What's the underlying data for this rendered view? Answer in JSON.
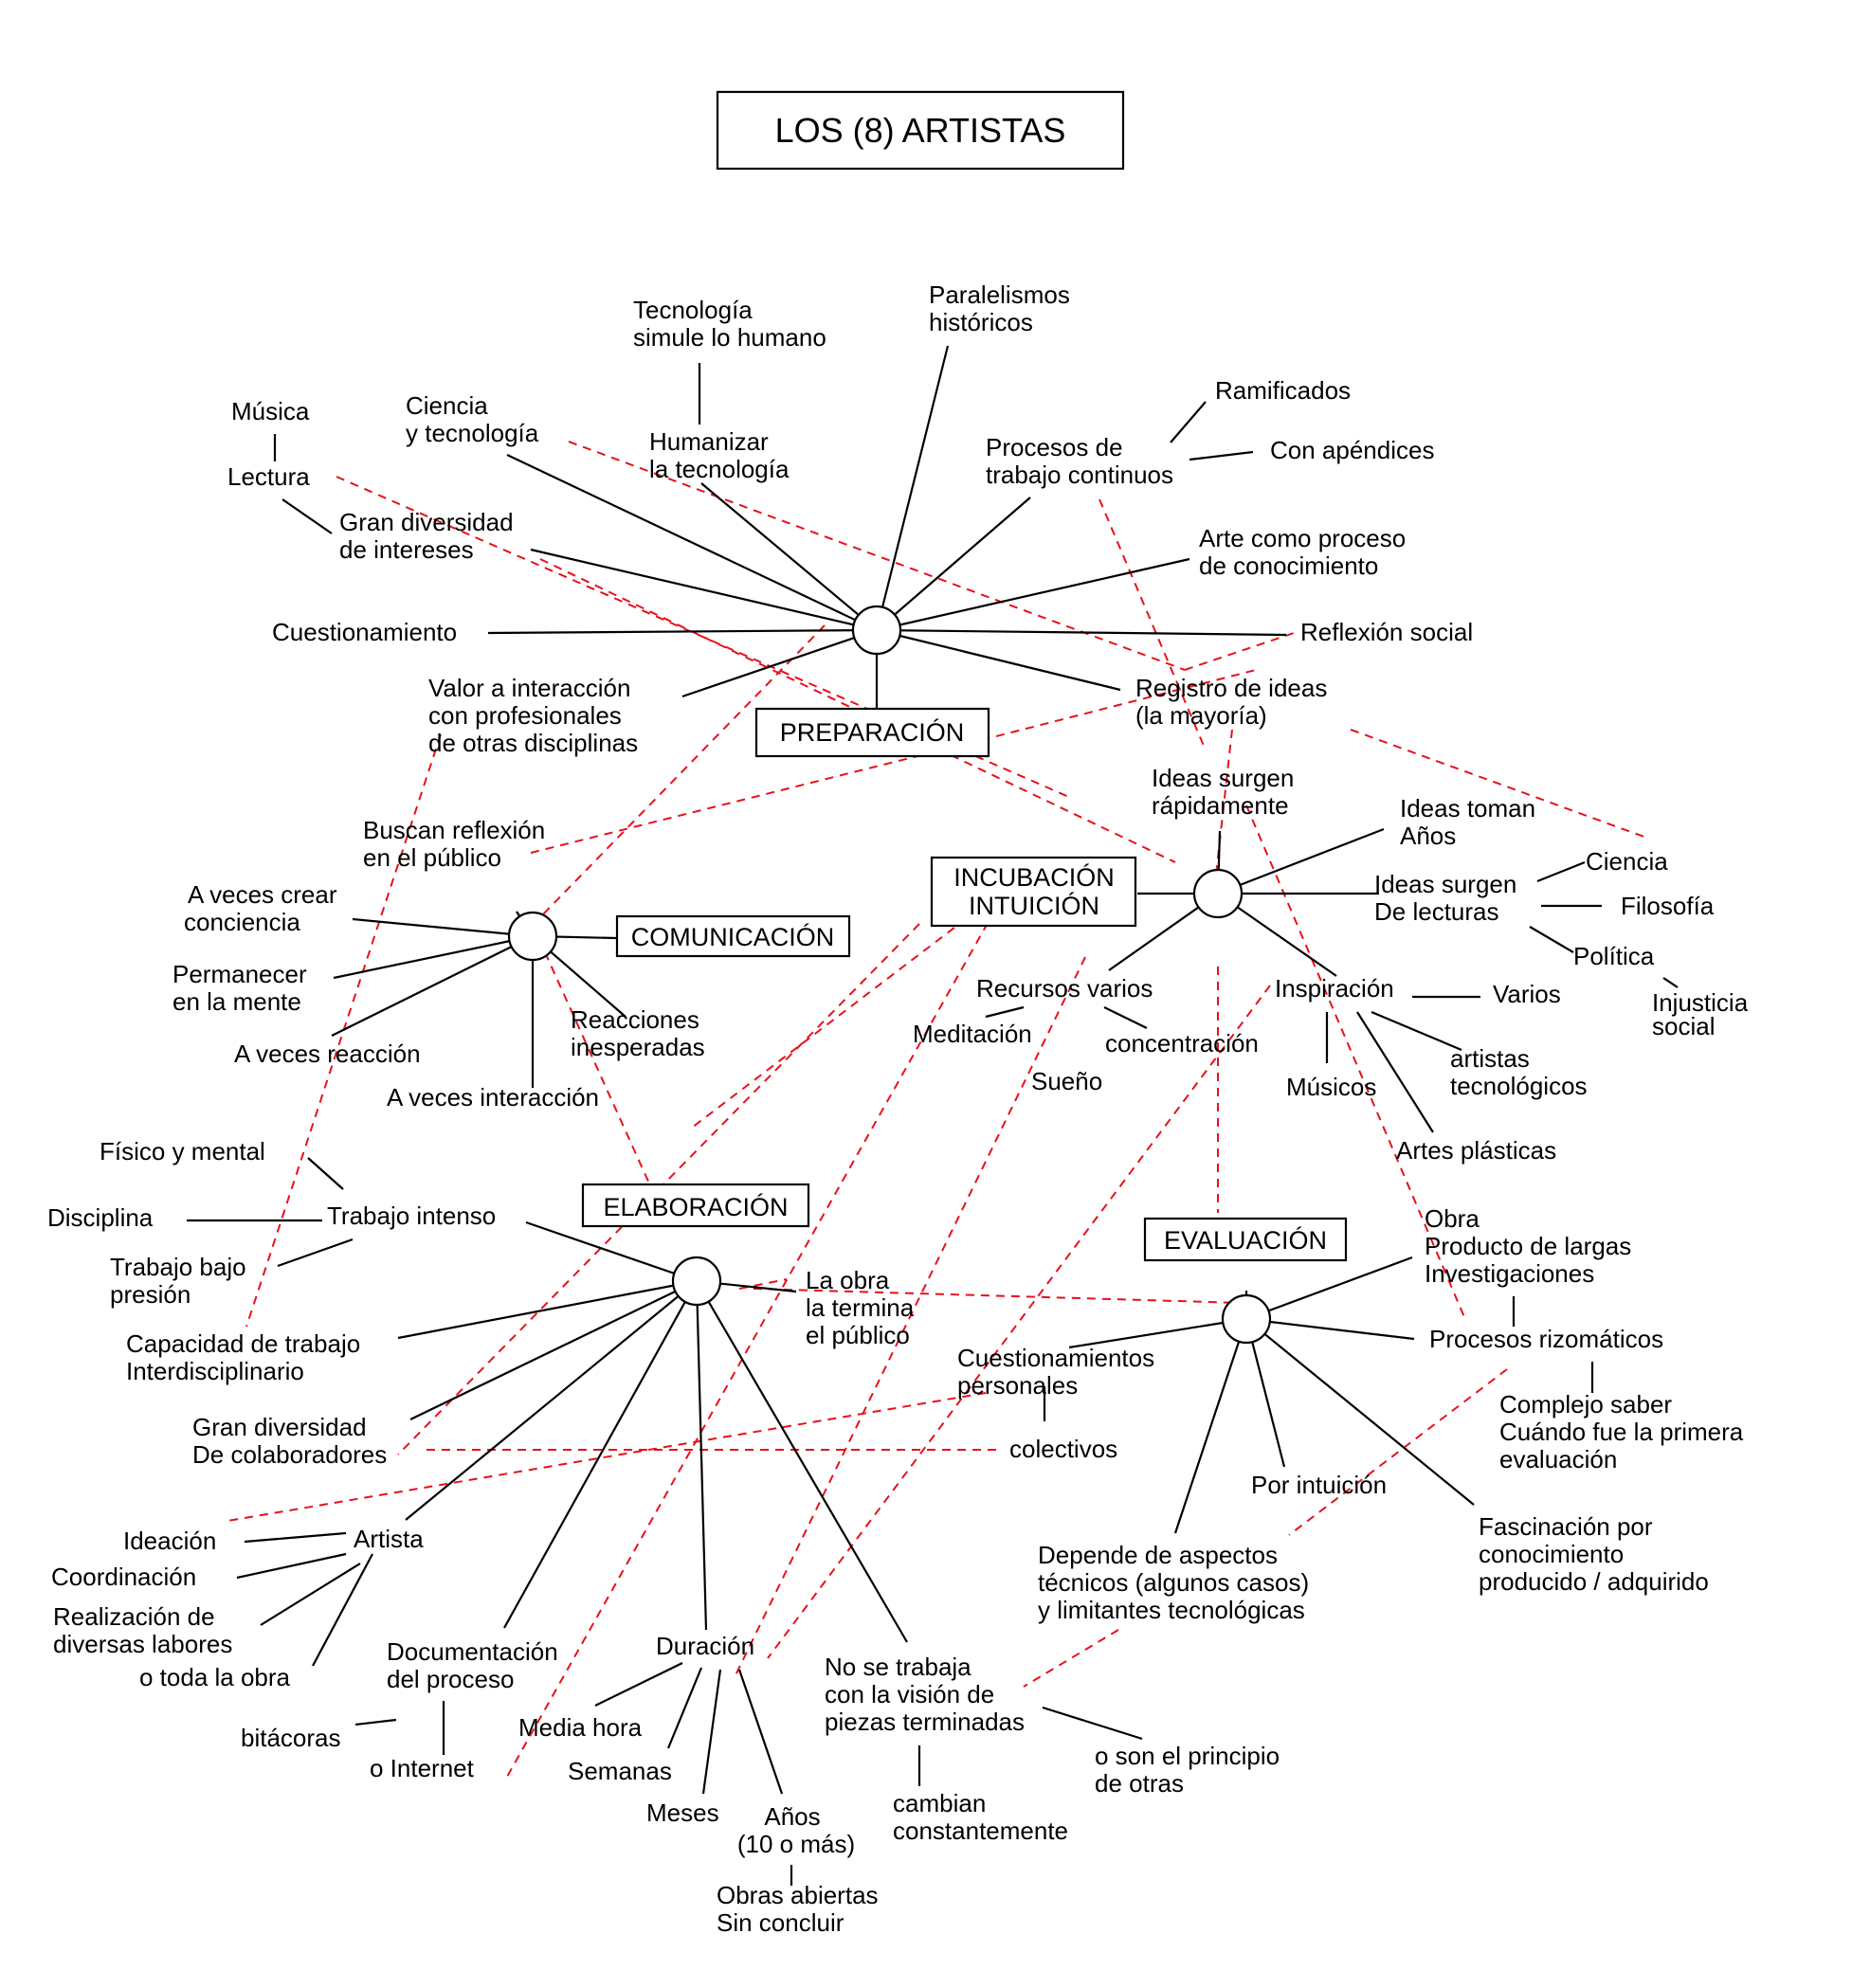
{
  "title": "LOS (8) ARTISTAS",
  "stages": {
    "preparacion": "PREPARACIÓN",
    "comunicacion": "COMUNICACIÓN",
    "incubacion": [
      "INCUBACIÓN",
      "INTUICIÓN"
    ],
    "elaboracion": "ELABORACIÓN",
    "evaluacion": "EVALUACIÓN"
  },
  "labels": {
    "tecnologia_simule": [
      "Tecnología",
      "simule lo humano"
    ],
    "paralelismos": [
      "Paralelismos",
      "históricos"
    ],
    "ramificados": "Ramificados",
    "con_apendices": "Con apéndices",
    "musica": "Música",
    "ciencia_tecnologia": [
      "Ciencia",
      "y tecnología"
    ],
    "humanizar": [
      "Humanizar",
      "la tecnología"
    ],
    "procesos_trabajo": [
      "Procesos de",
      "trabajo continuos"
    ],
    "lectura": "Lectura",
    "gran_diversidad_intereses": [
      "Gran diversidad",
      "de intereses"
    ],
    "arte_proceso": [
      "Arte como proceso",
      "de conocimiento"
    ],
    "cuestionamiento": "Cuestionamiento",
    "reflexion_social": "Reflexión social",
    "valor_interaccion": [
      "Valor a interacción",
      "con profesionales",
      "de otras disciplinas"
    ],
    "registro_ideas": [
      "Registro de ideas",
      "(la mayoría)"
    ],
    "ideas_surgen_rapido": [
      "Ideas surgen",
      "rápidamente"
    ],
    "ideas_toman": [
      "Ideas toman",
      "Años"
    ],
    "buscan_reflexion": [
      "Buscan reflexión",
      "en el público"
    ],
    "ideas_lecturas": [
      "Ideas surgen",
      "De lecturas"
    ],
    "ciencia": "Ciencia",
    "filosofia": "Filosofía",
    "politica": "Política",
    "injusticia": [
      "Injusticia",
      "social"
    ],
    "a_veces_crear": [
      "A veces crear",
      "conciencia"
    ],
    "permanecer": [
      "Permanecer",
      "en la mente"
    ],
    "recursos_varios": "Recursos varios",
    "inspiracion": "Inspiración",
    "varios": "Varios",
    "meditacion": "Meditación",
    "concentracion": "concentración",
    "reacciones": [
      "Reacciones",
      "inesperadas"
    ],
    "a_veces_reaccion": "A veces reacción",
    "artistas_tecno": [
      "artistas",
      "tecnológicos"
    ],
    "sueno": "Sueño",
    "musicos": "Músicos",
    "a_veces_interaccion": "A veces interacción",
    "fisico_mental": "Físico y mental",
    "artes_plasticas": "Artes plásticas",
    "disciplina": "Disciplina",
    "trabajo_intenso": "Trabajo intenso",
    "obra_producto": [
      "Obra",
      "Producto de largas",
      "Investigaciones"
    ],
    "trabajo_bajo": [
      "Trabajo bajo",
      "presión"
    ],
    "obra_publico": [
      "La obra",
      "la termina",
      "el público"
    ],
    "procesos_rizo": "Procesos rizomáticos",
    "capacidad": [
      "Capacidad de trabajo",
      "Interdisciplinario"
    ],
    "cuestionamientos": [
      "Cuestionamientos",
      "personales"
    ],
    "complejo_saber": [
      "Complejo saber",
      "Cuándo fue la primera",
      "evaluación"
    ],
    "gran_diversidad_colab": [
      "Gran diversidad",
      "De colaboradores"
    ],
    "colectivos": "colectivos",
    "por_intuicion": "Por intuición",
    "ideacion": "Ideación",
    "artista": "Artista",
    "fascinacion": [
      "Fascinación por",
      "conocimiento",
      "producido / adquirido"
    ],
    "coordinacion": "Coordinación",
    "depende": [
      "Depende de aspectos",
      "técnicos (algunos casos)",
      "y limitantes tecnológicas"
    ],
    "realizacion": [
      "Realización de",
      "diversas labores"
    ],
    "documentacion": [
      "Documentación",
      "del proceso"
    ],
    "duracion": "Duración",
    "no_se_trabaja": [
      "No se trabaja",
      "con la visión de",
      "piezas terminadas"
    ],
    "toda_obra": "o toda la obra",
    "media_hora": "Media hora",
    "son_principio": [
      "o son el principio",
      "de otras"
    ],
    "bitacoras": "bitácoras",
    "internet": "o Internet",
    "semanas": "Semanas",
    "cambian": [
      "cambian",
      "constantemente"
    ],
    "meses": "Meses",
    "anos": [
      "Años",
      "(10 o más)"
    ],
    "obras_abiertas": [
      "Obras abiertas",
      "Sin concluir"
    ]
  }
}
